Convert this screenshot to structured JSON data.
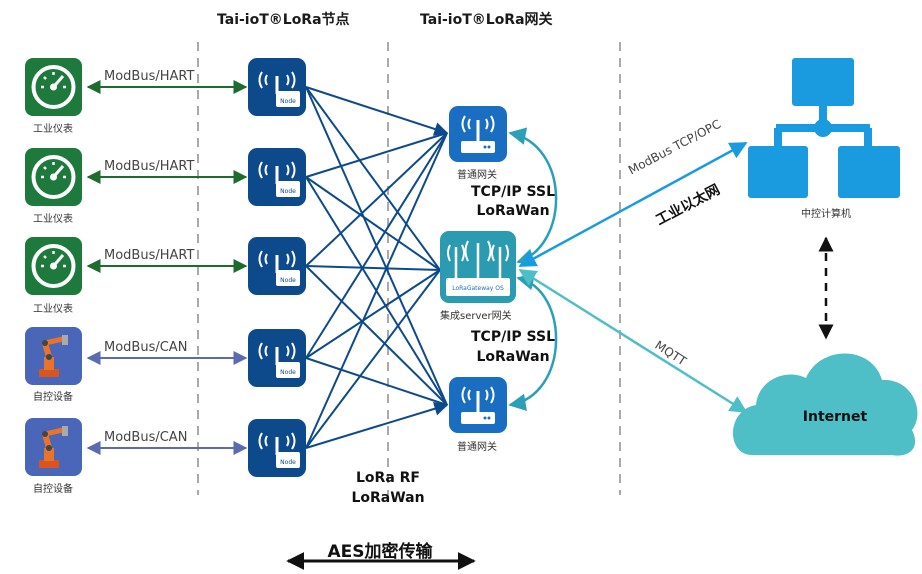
{
  "headers": {
    "node": "Tai-ioT®LoRa节点",
    "gateway": "Tai-ioT®LoRa网关"
  },
  "devices": [
    {
      "label": "工业仪表",
      "protocol": "ModBus/HART",
      "icon": "gauge-icon"
    },
    {
      "label": "工业仪表",
      "protocol": "ModBus/HART",
      "icon": "gauge-icon"
    },
    {
      "label": "工业仪表",
      "protocol": "ModBus/HART",
      "icon": "gauge-icon"
    },
    {
      "label": "自控设备",
      "protocol": "ModBus/CAN",
      "icon": "robot-arm-icon"
    },
    {
      "label": "自控设备",
      "protocol": "ModBus/CAN",
      "icon": "robot-arm-icon"
    }
  ],
  "node_tag": "Node",
  "gateways": {
    "top": "普通网关",
    "integrated": "集成server网关",
    "integrated_tag": "LoRaGateway OS",
    "bottom": "普通网关"
  },
  "links": {
    "upper_1": "TCP/IP SSL",
    "upper_2": "LoRaWan",
    "lower_1": "TCP/IP SSL",
    "lower_2": "LoRaWan",
    "rf_1": "LoRa RF",
    "rf_2": "LoRaWan",
    "modbus_tcp": "ModBus TCP/OPC",
    "ethernet": "工业以太网",
    "mqtt": "MQTT"
  },
  "central": {
    "label": "中控计算机"
  },
  "internet": {
    "label": "Internet"
  },
  "footer": {
    "label": "AES加密传输"
  },
  "colors": {
    "instrument": "#1e7a3c",
    "automation": "#4a66b8",
    "node": "#0d4a8c",
    "gateway": "#1a6ec2",
    "integrated_gateway": "#2a9bb0",
    "computer": "#1a9be0",
    "cloud": "#4fbfc7",
    "green_arrow": "#1e6b2e",
    "purple_arrow": "#5a6bb0"
  }
}
